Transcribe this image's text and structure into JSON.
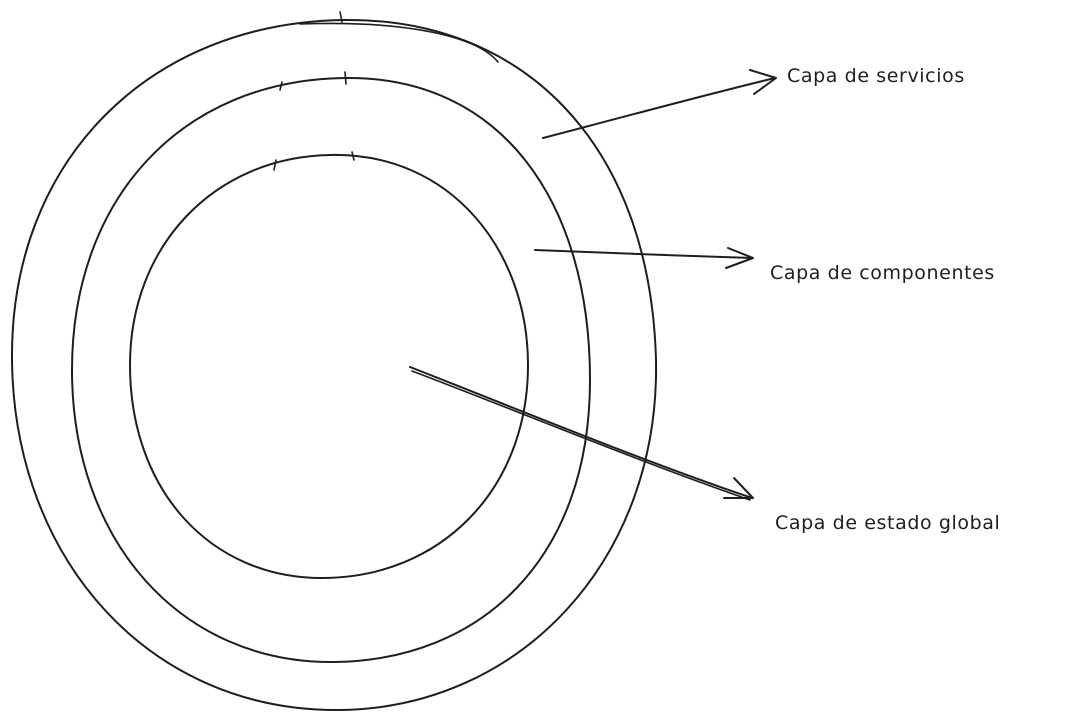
{
  "diagram": {
    "labels": {
      "services": "Capa de servicios",
      "components": "Capa de componentes",
      "global_state": "Capa de estado global"
    },
    "stroke_color": "#1e1e1e",
    "background_color": "#ffffff"
  }
}
